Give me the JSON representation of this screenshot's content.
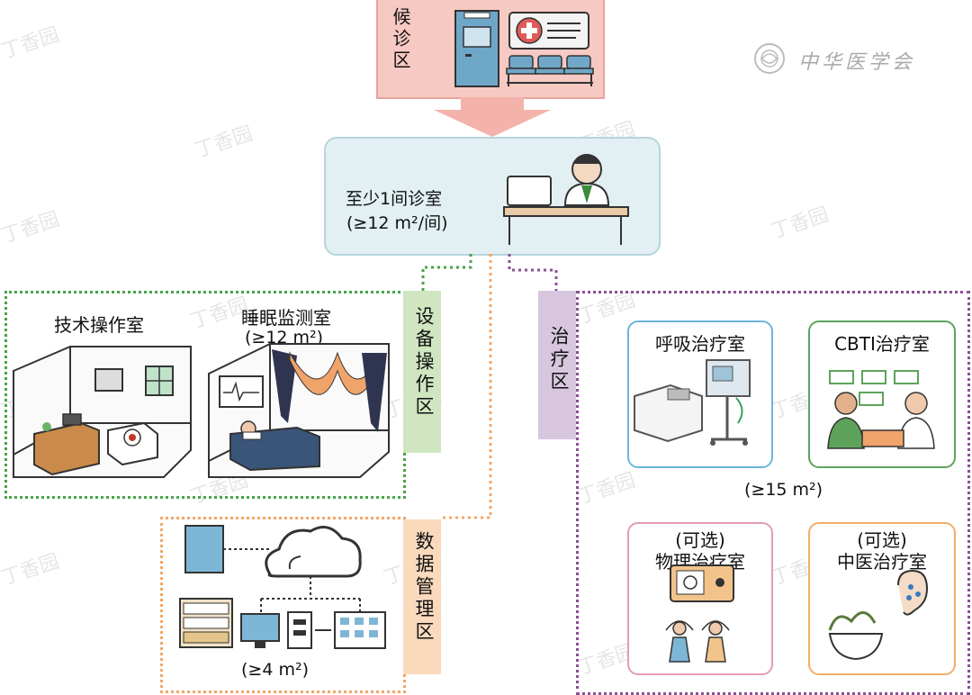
{
  "watermark": "丁香园",
  "logo_text": "中华医学会",
  "waiting_area": {
    "label": "候诊区"
  },
  "clinic": {
    "title": "至少1间诊室",
    "area": "(≥12 m²/间)"
  },
  "equipment_zone": {
    "label": "设备操作区",
    "tech_room": {
      "title": "技术操作室"
    },
    "sleep_room": {
      "title": "睡眠监测室",
      "area": "(≥12 m²)"
    }
  },
  "data_zone": {
    "label": "数据管理区",
    "area": "(≥4 m²)"
  },
  "treatment_zone": {
    "label": "治疗区",
    "area": "(≥15 m²)",
    "rooms": [
      {
        "title": "呼吸治疗室",
        "optional": ""
      },
      {
        "title": "CBTI治疗室",
        "optional": ""
      },
      {
        "title": "物理治疗室",
        "optional": "(可选)"
      },
      {
        "title": "中医治疗室",
        "optional": "(可选)"
      }
    ]
  },
  "colors": {
    "waiting": "#f6c9c2",
    "clinic": "#e2eff3",
    "equipment": "#49a34a",
    "data": "#f0a865",
    "treatment": "#8b4f95"
  }
}
